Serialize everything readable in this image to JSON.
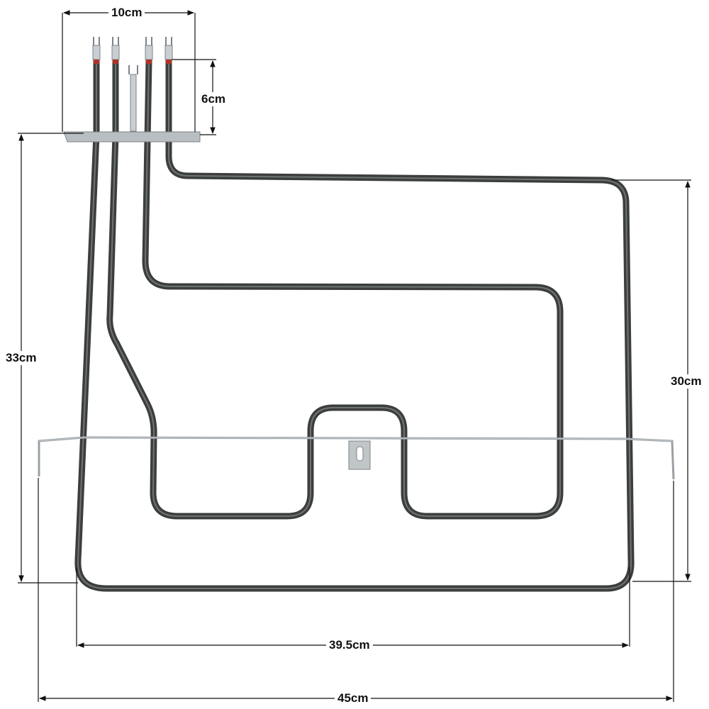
{
  "dimensions": {
    "terminal_block_width": "10cm",
    "terminal_pin_height": "6cm",
    "overall_height": "33cm",
    "element_height": "30cm",
    "element_width": "39.5cm",
    "overall_width": "45cm"
  },
  "colors": {
    "tube": "#3b3e3d",
    "tube_highlight": "#6f7472",
    "bracket": "#b9bec2",
    "bracket_edge": "#7d8388",
    "wire": "#9aa0a4",
    "dimension_line": "#111111",
    "pin_red": "#b0332a"
  }
}
